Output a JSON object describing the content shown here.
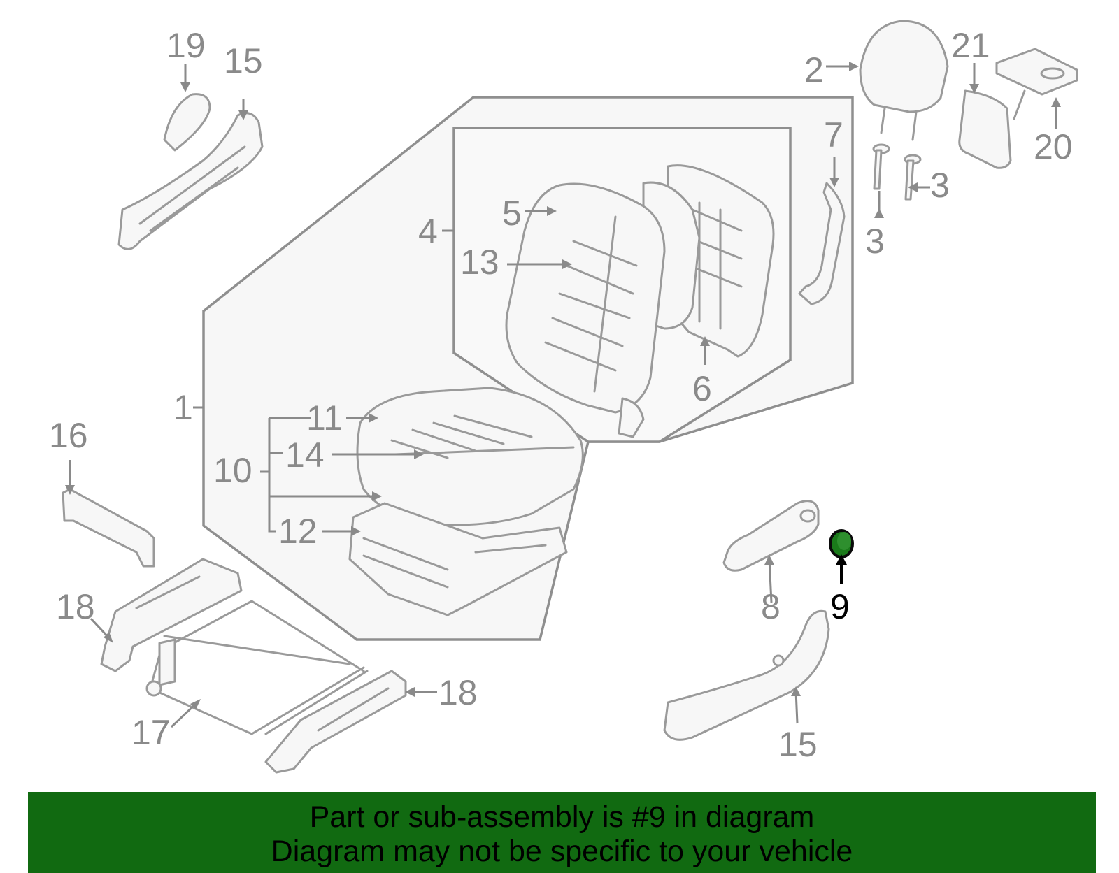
{
  "colors": {
    "highlight_part": "#1a7a1a",
    "banner_background": "#116a11",
    "label_gray": "#8a8a8a",
    "label_highlight": "#000000"
  },
  "diagram": {
    "highlighted_callout": "9",
    "callouts": {
      "c1": "1",
      "c2": "2",
      "c3a": "3",
      "c3b": "3",
      "c4": "4",
      "c5": "5",
      "c6": "6",
      "c7": "7",
      "c8": "8",
      "c9": "9",
      "c10": "10",
      "c11": "11",
      "c12": "12",
      "c13": "13",
      "c14": "14",
      "c15a": "15",
      "c15b": "15",
      "c16": "16",
      "c17": "17",
      "c18a": "18",
      "c18b": "18",
      "c19": "19",
      "c20": "20",
      "c21": "21"
    }
  },
  "banner": {
    "line1": "Part or sub-assembly is #9 in diagram",
    "line2": "Diagram may not be specific to your vehicle"
  }
}
